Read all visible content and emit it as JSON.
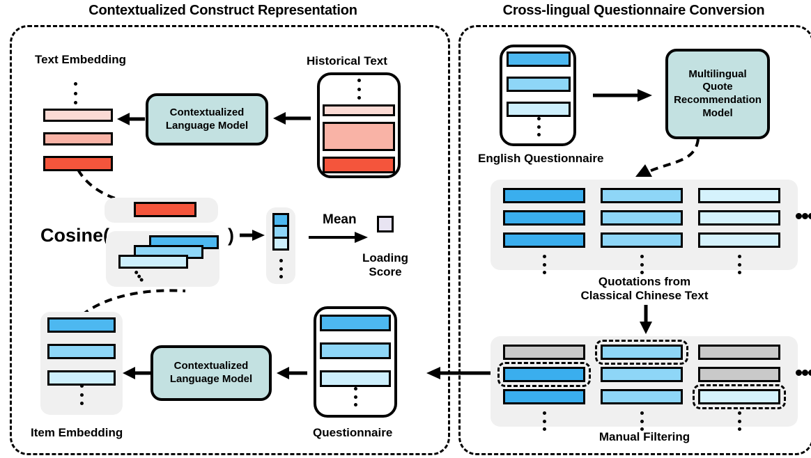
{
  "figure": {
    "left_panel_title": "Contextualized Construct Representation",
    "right_panel_title": "Cross-lingual Questionnaire Conversion"
  },
  "left": {
    "text_embedding_label": "Text Embedding",
    "historical_text_label": "Historical Text",
    "model_label_top": "Contextualized\nLanguage Model",
    "model_label_bottom": "Contextualized\nLanguage Model",
    "cosine_label": "Cosine(",
    "cosine_close_paren": ")",
    "mean_label": "Mean",
    "loading_score_label": "Loading\nScore",
    "item_embedding_label": "Item Embedding",
    "questionnaire_label": "Questionnaire",
    "text_embedding_bars": [
      {
        "color": "#fbdad4",
        "height": 19
      },
      {
        "color": "#f9b3a6",
        "height": 19
      },
      {
        "color": "#f4553c",
        "height": 22
      }
    ],
    "historical_text_bars": [
      {
        "color": "#fbdad4",
        "height": 17
      },
      {
        "color": "#f9b3a6",
        "height": 42
      },
      {
        "color": "#f4553c",
        "height": 24
      }
    ],
    "cosine_top_bar": {
      "color": "#f4553c"
    },
    "cosine_stack_bars": [
      {
        "color": "#4db8f0"
      },
      {
        "color": "#8ed6f7"
      },
      {
        "color": "#cdeffc"
      }
    ],
    "similarity_vector_cells": [
      {
        "color": "#4db8f0"
      },
      {
        "color": "#8ed6f7"
      },
      {
        "color": "#cdeffc"
      }
    ],
    "loading_score_color": "#e8e4f2",
    "item_embedding_bars": [
      {
        "color": "#4db8f0"
      },
      {
        "color": "#8ed6f7"
      },
      {
        "color": "#cdeffc"
      }
    ],
    "questionnaire_bars": [
      {
        "color": "#4db8f0"
      },
      {
        "color": "#8ed6f7"
      },
      {
        "color": "#cdeffc"
      }
    ]
  },
  "right": {
    "english_questionnaire_label": "English Questionnaire",
    "model_label": "Multilingual\nQuote\nRecommendation\nModel",
    "quotations_label": "Quotations from\nClassical Chinese Text",
    "manual_filtering_label": "Manual Filtering",
    "english_questionnaire_bars": [
      {
        "color": "#4db8f0"
      },
      {
        "color": "#8ed6f7"
      },
      {
        "color": "#cdeffc"
      }
    ],
    "quotation_columns": [
      {
        "color": "#3aaeee",
        "bars": 3
      },
      {
        "color": "#8ed6f7",
        "bars": 3
      },
      {
        "color": "#d5f2fc",
        "bars": 3
      }
    ],
    "quotation_ellipsis": "...",
    "filtering_columns": [
      {
        "bars": [
          {
            "color": "#c9c9c9",
            "selected": false
          },
          {
            "color": "#3aaeee",
            "selected": true
          },
          {
            "color": "#3aaeee",
            "selected": false
          }
        ]
      },
      {
        "bars": [
          {
            "color": "#8ed6f7",
            "selected": true
          },
          {
            "color": "#8ed6f7",
            "selected": false
          },
          {
            "color": "#8ed6f7",
            "selected": false
          }
        ]
      },
      {
        "bars": [
          {
            "color": "#c9c9c9",
            "selected": false
          },
          {
            "color": "#c9c9c9",
            "selected": false
          },
          {
            "color": "#d5f2fc",
            "selected": true
          }
        ]
      }
    ],
    "filtering_ellipsis": "..."
  },
  "colors": {
    "stroke": "#000000",
    "teal_box": "#c3e1e1",
    "grey_group": "#f0f0f0",
    "red_strong": "#f4553c",
    "red_mid": "#f9b3a6",
    "red_light": "#fbdad4",
    "blue_strong": "#4db8f0",
    "blue_mid": "#8ed6f7",
    "blue_light": "#cdeffc",
    "grey_bar": "#c9c9c9",
    "lavender": "#e8e4f2"
  }
}
